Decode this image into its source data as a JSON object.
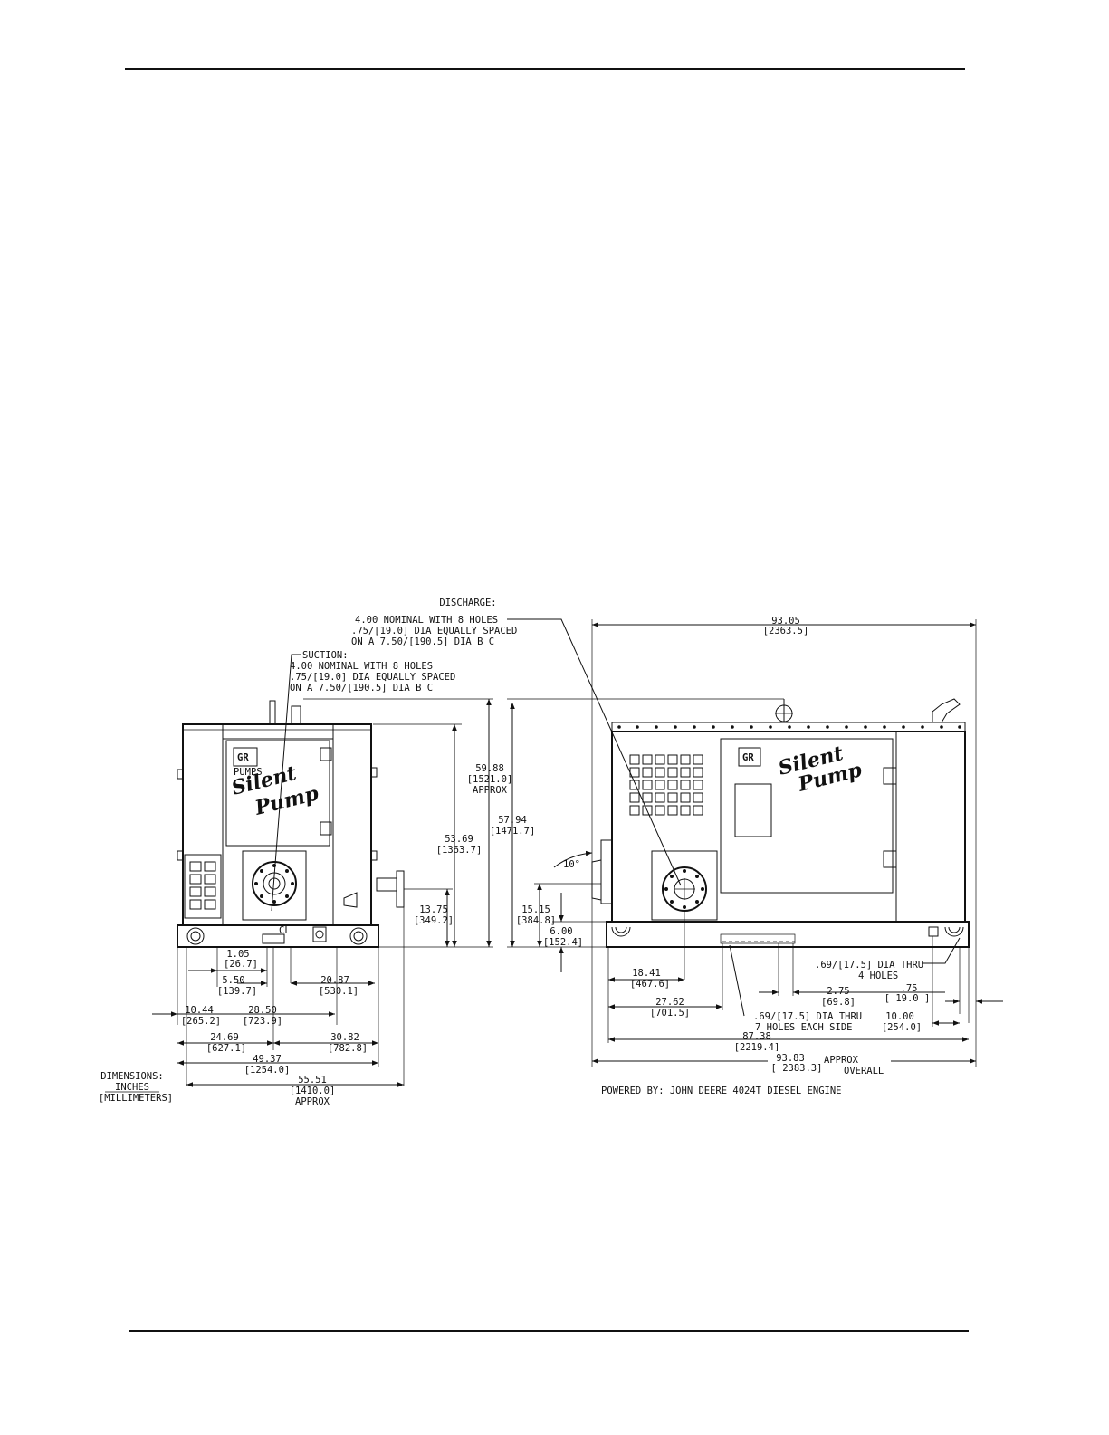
{
  "discharge": {
    "title": "DISCHARGE:",
    "line1": "4.00 NOMINAL WITH 8 HOLES",
    "line2": ".75/[19.0] DIA EQUALLY SPACED",
    "line3": "ON A 7.50/[190.5] DIA B C"
  },
  "suction": {
    "title": "SUCTION:",
    "line1": "4.00 NOMINAL WITH 8 HOLES",
    "line2": ".75/[19.0] DIA EQUALLY SPACED",
    "line3": "ON A 7.50/[190.5] DIA B C"
  },
  "front_view": {
    "dims": [
      {
        "id": "d1",
        "value": "59.88",
        "mm": "[1521.0]",
        "note": "APPROX"
      },
      {
        "id": "d2",
        "value": "57.94",
        "mm": "[1471.7]"
      },
      {
        "id": "d3",
        "value": "53.69",
        "mm": "[1363.7]"
      },
      {
        "id": "d4",
        "value": "13.75",
        "mm": "[349.2]"
      },
      {
        "id": "d5",
        "value": "1.05",
        "mm": "[26.7]"
      },
      {
        "id": "d6",
        "value": "5.50",
        "mm": "[139.7]"
      },
      {
        "id": "d7",
        "value": "20.87",
        "mm": "[530.1]"
      },
      {
        "id": "d8",
        "value": "10.44",
        "mm": "[265.2]"
      },
      {
        "id": "d9",
        "value": "28.50",
        "mm": "[723.9]"
      },
      {
        "id": "d10",
        "value": "24.69",
        "mm": "[627.1]"
      },
      {
        "id": "d11",
        "value": "30.82",
        "mm": "[782.8]"
      },
      {
        "id": "d12",
        "value": "49.37",
        "mm": "[1254.0]"
      },
      {
        "id": "d13",
        "value": "55.51",
        "mm": "[1410.0]",
        "note": "APPROX"
      }
    ],
    "centerline": "CL"
  },
  "side_view": {
    "dims": [
      {
        "id": "s1",
        "value": "93.05",
        "mm": "[2363.5]"
      },
      {
        "id": "s2",
        "value": "15.15",
        "mm": "[384.8]"
      },
      {
        "id": "s3",
        "value": "6.00",
        "mm": "[152.4]"
      },
      {
        "id": "s4",
        "value": "18.41",
        "mm": "[467.6]"
      },
      {
        "id": "s5",
        "value": "27.62",
        "mm": "[701.5]"
      },
      {
        "id": "s6",
        "value": "2.75",
        "mm": "[69.8]"
      },
      {
        "id": "s7",
        "value": ".75",
        "mm": "[ 19.0 ]"
      },
      {
        "id": "s8",
        "value": "10.00",
        "mm": "[254.0]"
      },
      {
        "id": "s9",
        "value": "87.38",
        "mm": "[2219.4]"
      },
      {
        "id": "s10",
        "value": "93.83",
        "mm": "[ 2383.3]"
      }
    ],
    "angle": "10°",
    "holes_side_line1": ".69/[17.5] DIA THRU",
    "holes_side_line2": "7 HOLES EACH SIDE",
    "holes_end_line1": ".69/[17.5] DIA THRU",
    "holes_end_line2": "4 HOLES",
    "approx_label": "APPROX",
    "overall_label": "OVERALL"
  },
  "legend": {
    "line1": "DIMENSIONS:",
    "line2": "INCHES",
    "line3": "[MILLIMETERS]"
  },
  "powered_by": "POWERED BY: JOHN DEERE 4024T DIESEL ENGINE",
  "brand": {
    "script_line1": "Silent",
    "script_line2": "Pump",
    "logo_text": "GR",
    "logo_sub": "PUMPS"
  }
}
